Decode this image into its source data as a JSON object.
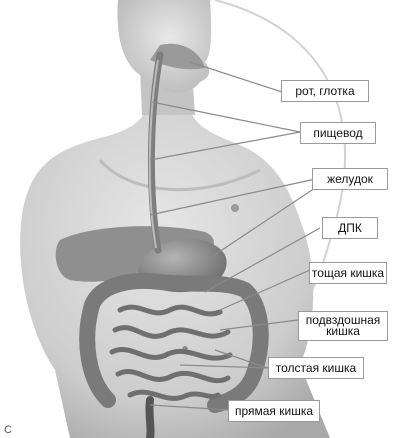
{
  "labels": {
    "mouth": "рот, глотка",
    "esophagus": "пищевод",
    "stomach": "желудок",
    "duodenum": "ДПК",
    "jejunum": "тощая кишка",
    "ileum": "подвздошная кишка",
    "colon": "толстая кишка",
    "rectum": "прямая кишка"
  },
  "corner_mark": "С",
  "colors": {
    "skin": "#d9d9d9",
    "skin_shade": "#b9b9b9",
    "organ": "#8c8c8c",
    "organ_dark": "#555555",
    "leader": "#888888",
    "arc": "#cfcfcf"
  }
}
